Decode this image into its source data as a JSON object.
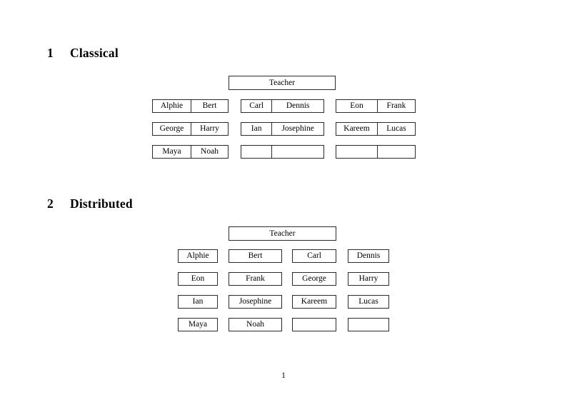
{
  "document": {
    "page_number": "1"
  },
  "sections": [
    {
      "number": "1",
      "title": "Classical",
      "teacher_label": "Teacher",
      "layout": "paired-desks",
      "groups": [
        {
          "name": "left-column",
          "rows": [
            {
              "cells": [
                "Alphie",
                "Bert"
              ]
            },
            {
              "cells": [
                "George",
                "Harry"
              ]
            },
            {
              "cells": [
                "Maya",
                "Noah"
              ]
            }
          ]
        },
        {
          "name": "middle-column",
          "rows": [
            {
              "cells": [
                "Carl",
                "Dennis"
              ]
            },
            {
              "cells": [
                "Ian",
                "Josephine"
              ]
            },
            {
              "cells": [
                "",
                ""
              ]
            }
          ]
        },
        {
          "name": "right-column",
          "rows": [
            {
              "cells": [
                "Eon",
                "Frank"
              ]
            },
            {
              "cells": [
                "Kareem",
                "Lucas"
              ]
            },
            {
              "cells": [
                "",
                ""
              ]
            }
          ]
        }
      ]
    },
    {
      "number": "2",
      "title": "Distributed",
      "teacher_label": "Teacher",
      "layout": "single-desks",
      "rows": [
        {
          "cells": [
            "Alphie",
            "Bert",
            "Carl",
            "Dennis"
          ]
        },
        {
          "cells": [
            "Eon",
            "Frank",
            "George",
            "Harry"
          ]
        },
        {
          "cells": [
            "Ian",
            "Josephine",
            "Kareem",
            "Lucas"
          ]
        },
        {
          "cells": [
            "Maya",
            "Noah",
            "",
            ""
          ]
        }
      ]
    }
  ]
}
